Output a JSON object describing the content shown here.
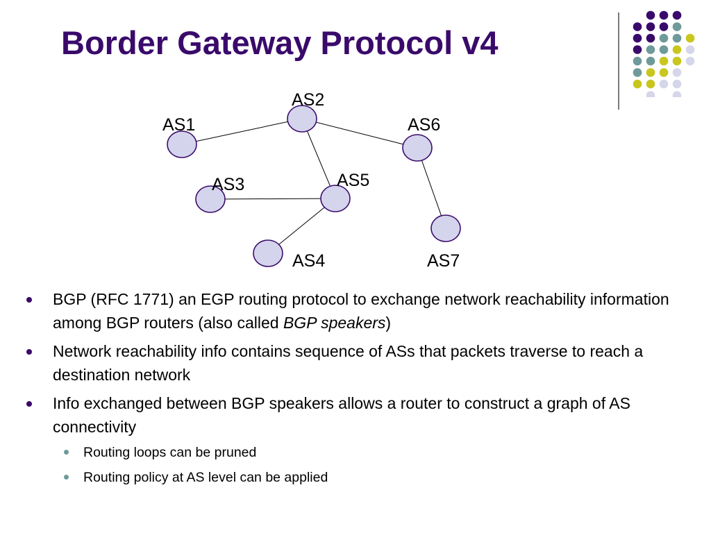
{
  "title": "Border Gateway Protocol v4",
  "colors": {
    "title": "#3a0a6b",
    "node_fill": "#d4d4ec",
    "node_stroke": "#3a0a6b",
    "dot_purple": "#3a0a6b",
    "dot_teal": "#6f9a9a",
    "dot_yellow": "#c9c61e",
    "dot_lavender": "#d6d6ea"
  },
  "diagram": {
    "nodes": [
      {
        "id": "AS1",
        "label": "AS1"
      },
      {
        "id": "AS2",
        "label": "AS2"
      },
      {
        "id": "AS3",
        "label": "AS3"
      },
      {
        "id": "AS4",
        "label": "AS4"
      },
      {
        "id": "AS5",
        "label": "AS5"
      },
      {
        "id": "AS6",
        "label": "AS6"
      },
      {
        "id": "AS7",
        "label": "AS7"
      }
    ],
    "edges": [
      [
        "AS1",
        "AS2"
      ],
      [
        "AS2",
        "AS6"
      ],
      [
        "AS2",
        "AS5"
      ],
      [
        "AS3",
        "AS5"
      ],
      [
        "AS5",
        "AS4"
      ],
      [
        "AS6",
        "AS7"
      ]
    ]
  },
  "bullets": [
    {
      "parts": [
        {
          "text": "BGP (RFC 1771) an EGP routing protocol to exchange network reachability information among BGP routers (also called "
        },
        {
          "text": "BGP speakers",
          "italic": true
        },
        {
          "text": ")"
        }
      ]
    },
    {
      "parts": [
        {
          "text": "Network reachability info contains sequence of ASs that packets traverse to reach a destination network"
        }
      ]
    },
    {
      "parts": [
        {
          "text": "Info exchanged between BGP speakers allows a router to construct a graph of AS connectivity"
        }
      ],
      "sub": [
        "Routing loops can be pruned",
        "Routing policy at AS level can be applied"
      ]
    }
  ]
}
